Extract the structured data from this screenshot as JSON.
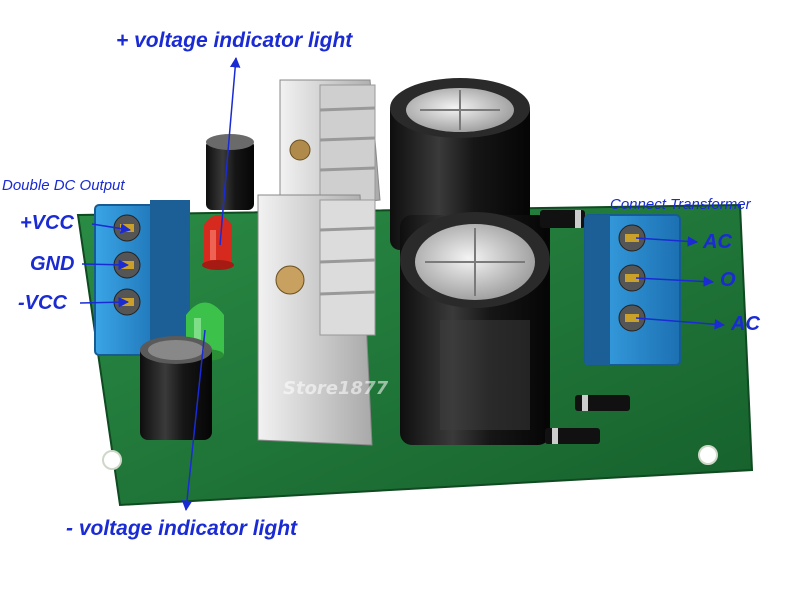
{
  "annotations": {
    "plus_led": "+ voltage indicator light",
    "minus_led": "- voltage indicator light",
    "output_title": "Double DC Output",
    "vcc_plus": "+VCC",
    "gnd": "GND",
    "vcc_minus": "-VCC",
    "transformer_title": "Connect Transformer",
    "ac_top": "AC",
    "o_mid": "O",
    "ac_bottom": "AC"
  },
  "watermark": "Store1877",
  "colors": {
    "annotation": "#1a2bd4",
    "pcb": "#1f7a3a",
    "terminal": "#2a8fd0",
    "heatsink": "#d8d8d8",
    "capacitor": "#1a1a1a",
    "led_red": "#d62a1e",
    "led_green": "#3cc24a"
  }
}
